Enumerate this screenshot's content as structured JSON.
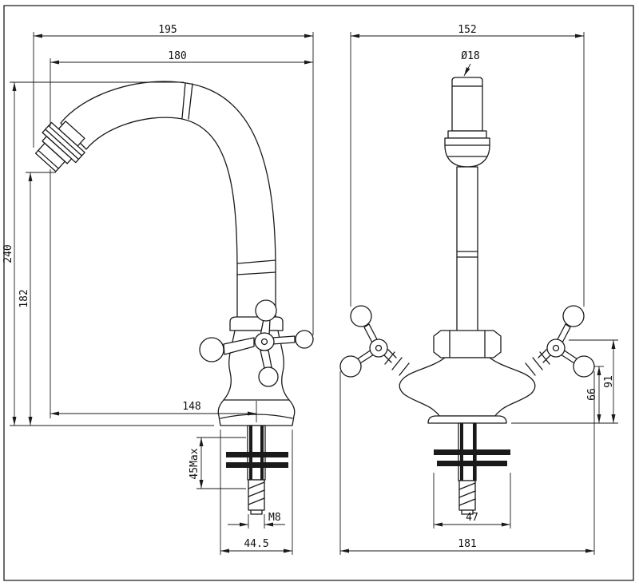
{
  "drawing": {
    "background": "#ffffff",
    "line_color": "#1a1a1a",
    "dimensions": {
      "w195": "195",
      "w180": "180",
      "w152": "152",
      "dia18": "Ø18",
      "h240": "240",
      "h182": "182",
      "w148": "148",
      "h91": "91",
      "h66": "66",
      "t45max": "45Max",
      "m8": "M8",
      "w44_5": "44.5",
      "w47": "47",
      "w181": "181"
    }
  }
}
